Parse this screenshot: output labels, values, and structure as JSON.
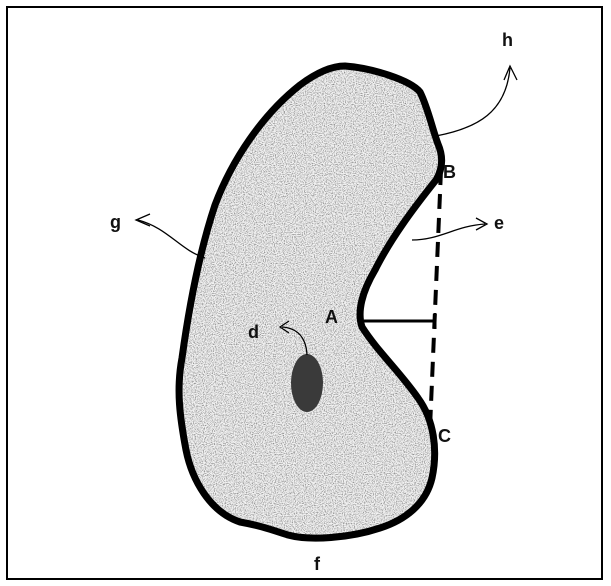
{
  "labels": {
    "h": "h",
    "B": "B",
    "g": "g",
    "e": "e",
    "A": "A",
    "d": "d",
    "C": "C",
    "f": "f"
  },
  "colors": {
    "outline": "#000000",
    "stipple": "#9a9a9a",
    "nucleus": "#3a3a3a"
  }
}
